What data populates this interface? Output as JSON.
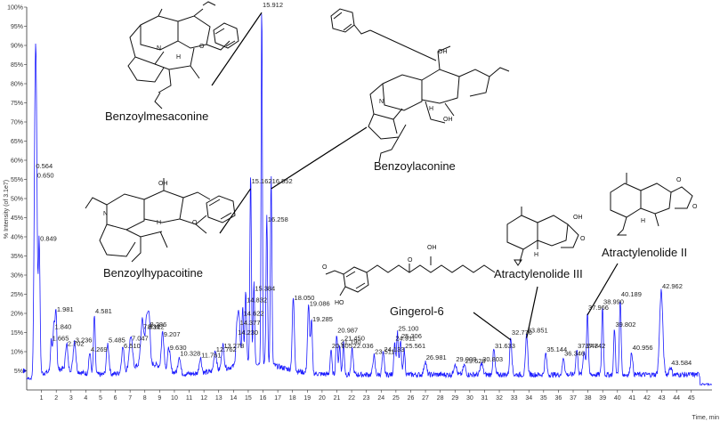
{
  "chart_data": {
    "type": "line",
    "ylabel": "% Intensity (of 3.1e7)",
    "xlabel": "Time, min",
    "xlim": [
      0,
      46.4
    ],
    "ylim": [
      0,
      100
    ],
    "x_ticks": [
      1,
      2,
      3,
      4,
      5,
      6,
      7,
      8,
      9,
      10,
      11,
      12,
      13,
      14,
      15,
      16,
      17,
      18,
      19,
      20,
      21,
      22,
      23,
      24,
      25,
      26,
      27,
      28,
      29,
      30,
      31,
      32,
      33,
      34,
      35,
      36,
      37,
      38,
      39,
      40,
      41,
      42,
      43,
      44,
      45
    ],
    "y_ticks": [
      5,
      10,
      15,
      20,
      25,
      30,
      35,
      40,
      45,
      50,
      55,
      60,
      65,
      70,
      75,
      80,
      85,
      90,
      95,
      100
    ],
    "y_tick_suffix": "%",
    "color": "#1a1aff",
    "baseline": 4,
    "peaks": [
      {
        "t": 0.564,
        "h": 57.5,
        "w": 0.1,
        "label": "0.564"
      },
      {
        "t": 0.65,
        "h": 55.0,
        "w": 0.1,
        "label": "0.650"
      },
      {
        "t": 0.849,
        "h": 38.5,
        "w": 0.08,
        "label": "0.849"
      },
      {
        "t": 1.665,
        "h": 12.5,
        "w": 0.08,
        "label": "1.665"
      },
      {
        "t": 1.84,
        "h": 15.5,
        "w": 0.08,
        "label": "1.840"
      },
      {
        "t": 1.981,
        "h": 20.0,
        "w": 0.08,
        "label": "1.981"
      },
      {
        "t": 2.702,
        "h": 11.0,
        "w": 0.1,
        "label": "2.702"
      },
      {
        "t": 3.236,
        "h": 12.0,
        "w": 0.12,
        "label": "3.236"
      },
      {
        "t": 4.269,
        "h": 9.5,
        "w": 0.1,
        "label": "4.269"
      },
      {
        "t": 4.581,
        "h": 19.5,
        "w": 0.08,
        "label": "4.581"
      },
      {
        "t": 5.485,
        "h": 12.0,
        "w": 0.12,
        "label": "5.485"
      },
      {
        "t": 6.51,
        "h": 10.5,
        "w": 0.12,
        "label": "6.510"
      },
      {
        "t": 7.047,
        "h": 12.5,
        "w": 0.15,
        "label": "7.047"
      },
      {
        "t": 7.834,
        "h": 15.5,
        "w": 0.15,
        "label": "7.834"
      },
      {
        "t": 8.122,
        "h": 15.5,
        "w": 0.12,
        "label": "8.122"
      },
      {
        "t": 8.286,
        "h": 16.0,
        "w": 0.1,
        "label": "8.286"
      },
      {
        "t": 9.207,
        "h": 13.5,
        "w": 0.12,
        "label": "9.207"
      },
      {
        "t": 9.63,
        "h": 10.0,
        "w": 0.12,
        "label": "9.630"
      },
      {
        "t": 10.328,
        "h": 8.5,
        "w": 0.12,
        "label": "10.328"
      },
      {
        "t": 11.761,
        "h": 8.0,
        "w": 0.12,
        "label": "11.761"
      },
      {
        "t": 12.762,
        "h": 9.5,
        "w": 0.12,
        "label": "12.762"
      },
      {
        "t": 13.278,
        "h": 10.5,
        "w": 0.12,
        "label": "13.278"
      },
      {
        "t": 14.23,
        "h": 14.0,
        "w": 0.1,
        "label": "14.230"
      },
      {
        "t": 14.377,
        "h": 16.5,
        "w": 0.1,
        "label": "14.377"
      },
      {
        "t": 14.622,
        "h": 19.0,
        "w": 0.08,
        "label": "14.622"
      },
      {
        "t": 14.832,
        "h": 22.5,
        "w": 0.08,
        "label": "14.832"
      },
      {
        "t": 15.162,
        "h": 53.5,
        "w": 0.07,
        "label": "15.162"
      },
      {
        "t": 15.384,
        "h": 25.5,
        "w": 0.07,
        "label": "15.384"
      },
      {
        "t": 15.912,
        "h": 99.5,
        "w": 0.06,
        "label": "15.912"
      },
      {
        "t": 16.258,
        "h": 43.5,
        "w": 0.07,
        "label": "16.258"
      },
      {
        "t": 16.552,
        "h": 53.5,
        "w": 0.07,
        "label": "16.552"
      },
      {
        "t": 18.05,
        "h": 23.0,
        "w": 0.1,
        "label": "18.050"
      },
      {
        "t": 19.086,
        "h": 21.5,
        "w": 0.1,
        "label": "19.086"
      },
      {
        "t": 19.285,
        "h": 17.5,
        "w": 0.08,
        "label": "19.285"
      },
      {
        "t": 20.605,
        "h": 10.5,
        "w": 0.08,
        "label": "20.605"
      },
      {
        "t": 20.987,
        "h": 14.5,
        "w": 0.08,
        "label": "20.987"
      },
      {
        "t": 21.45,
        "h": 12.5,
        "w": 0.08,
        "label": "21.450"
      },
      {
        "t": 21.19,
        "h": 11.5,
        "w": 0.08,
        "label": "21.190"
      },
      {
        "t": 22.036,
        "h": 10.5,
        "w": 0.1,
        "label": "22.036"
      },
      {
        "t": 23.511,
        "h": 9.0,
        "w": 0.1,
        "label": "23.511"
      },
      {
        "t": 24.133,
        "h": 9.5,
        "w": 0.1,
        "label": "24.133"
      },
      {
        "t": 25.1,
        "h": 15.0,
        "w": 0.08,
        "label": "25.100"
      },
      {
        "t": 25.306,
        "h": 13.0,
        "w": 0.08,
        "label": "25.306"
      },
      {
        "t": 24.911,
        "h": 12.5,
        "w": 0.08,
        "label": "24.911"
      },
      {
        "t": 25.561,
        "h": 10.5,
        "w": 0.08,
        "label": "25.561"
      },
      {
        "t": 26.981,
        "h": 7.5,
        "w": 0.12,
        "label": "26.981"
      },
      {
        "t": 29.008,
        "h": 7.0,
        "w": 0.12,
        "label": "29.008"
      },
      {
        "t": 29.628,
        "h": 6.5,
        "w": 0.12,
        "label": "29.628"
      },
      {
        "t": 30.803,
        "h": 7.0,
        "w": 0.12,
        "label": "30.803"
      },
      {
        "t": 31.633,
        "h": 10.5,
        "w": 0.1,
        "label": "31.633"
      },
      {
        "t": 32.776,
        "h": 14.0,
        "w": 0.1,
        "label": "32.776"
      },
      {
        "t": 33.851,
        "h": 14.5,
        "w": 0.1,
        "label": "33.851"
      },
      {
        "t": 35.144,
        "h": 9.5,
        "w": 0.1,
        "label": "35.144"
      },
      {
        "t": 36.346,
        "h": 8.5,
        "w": 0.1,
        "label": "36.346"
      },
      {
        "t": 37.248,
        "h": 10.5,
        "w": 0.1,
        "label": "37.248"
      },
      {
        "t": 37.742,
        "h": 10.5,
        "w": 0.1,
        "label": "37.742"
      },
      {
        "t": 37.966,
        "h": 20.5,
        "w": 0.08,
        "label": "37.966"
      },
      {
        "t": 38.99,
        "h": 22.0,
        "w": 0.08,
        "label": "38.990"
      },
      {
        "t": 40.189,
        "h": 24.0,
        "w": 0.08,
        "label": "40.189"
      },
      {
        "t": 39.802,
        "h": 16.0,
        "w": 0.08,
        "label": "39.802"
      },
      {
        "t": 40.956,
        "h": 10.0,
        "w": 0.1,
        "label": "40.956"
      },
      {
        "t": 42.962,
        "h": 26.0,
        "w": 0.15,
        "label": "42.962"
      },
      {
        "t": 43.584,
        "h": 6.0,
        "w": 0.12,
        "label": "43.584"
      }
    ],
    "annotations": [
      {
        "text": "Benzoylmesaconine",
        "peak": "15.912"
      },
      {
        "text": "Benzoylaconine",
        "peak": "16.552"
      },
      {
        "text": "Benzoylhypacoitine",
        "peak": "15.162"
      },
      {
        "text": "Gingerol-6",
        "peak": "32.776"
      },
      {
        "text": "Atractylenolide III",
        "peak": "33.851"
      },
      {
        "text": "Atractylenolide II",
        "peak": "37.966"
      }
    ]
  }
}
